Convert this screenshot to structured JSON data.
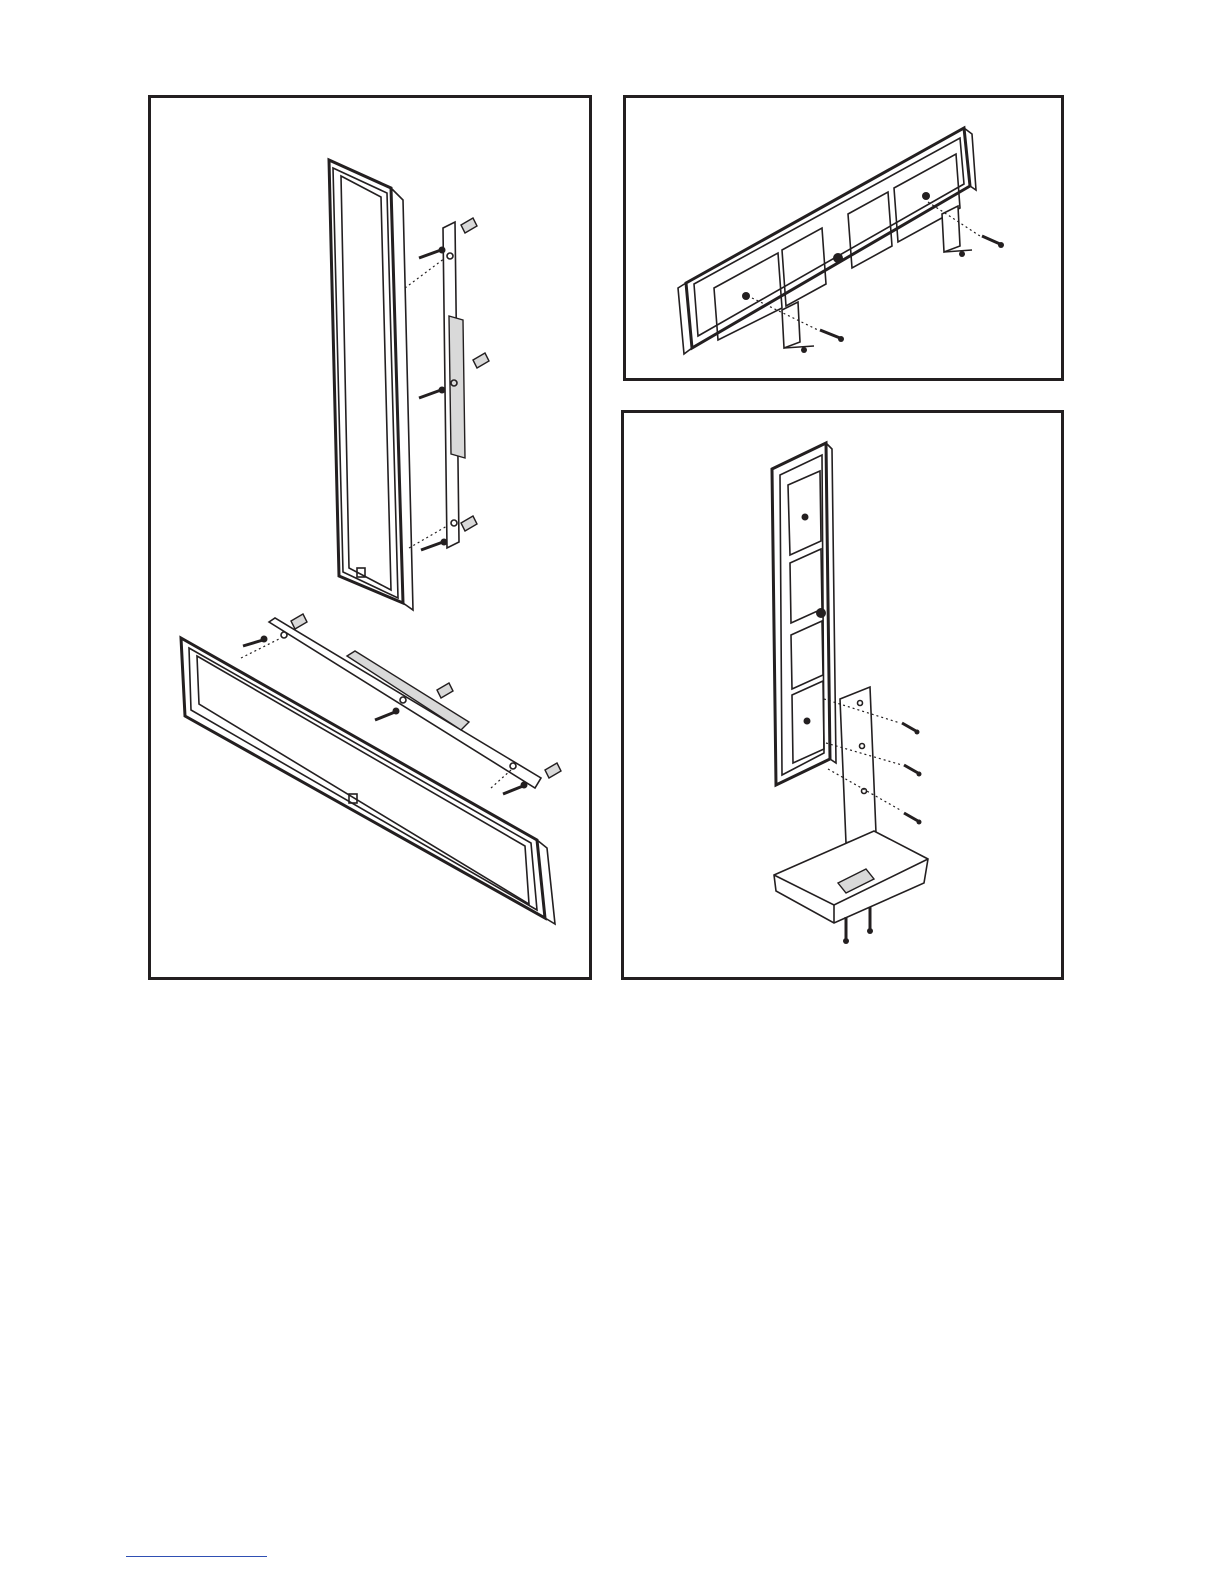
{
  "figure": {
    "panels": [
      {
        "id": "wall-mount",
        "description_visible": false
      },
      {
        "id": "shelf-bracket-mount",
        "description_visible": false
      },
      {
        "id": "stand-mount",
        "description_visible": false
      }
    ]
  },
  "icons": {
    "speaker": "speaker-panel-icon",
    "bracket": "wall-bracket-icon",
    "screw": "screw-icon",
    "anchor": "wall-anchor-icon",
    "stand": "table-stand-icon"
  },
  "colors": {
    "line": "#231f20",
    "fill_gray": "#d9d9d9",
    "footer_rule": "#2f4fb3"
  }
}
